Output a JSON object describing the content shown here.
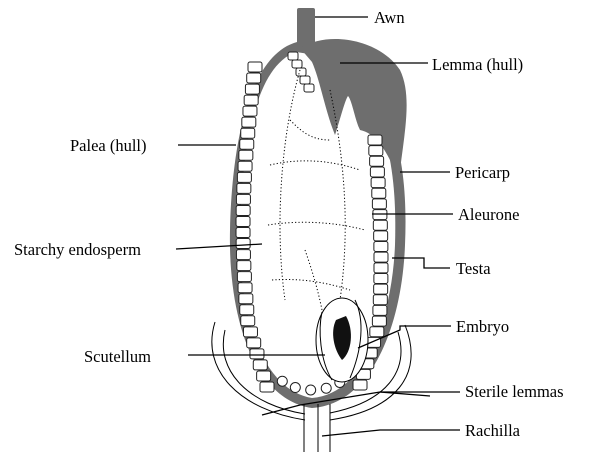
{
  "labels": {
    "awn": "Awn",
    "lemma": "Lemma (hull)",
    "palea": "Palea (hull)",
    "pericarp": "Pericarp",
    "aleurone": "Aleurone",
    "starchy_endosperm": "Starchy endosperm",
    "testa": "Testa",
    "embryo": "Embryo",
    "scutellum": "Scutellum",
    "sterile_lemmas": "Sterile lemmas",
    "rachilla": "Rachilla"
  },
  "colors": {
    "hull": "#6e6e6e",
    "line": "#000000",
    "background": "#ffffff",
    "embryo_core": "#111111"
  }
}
